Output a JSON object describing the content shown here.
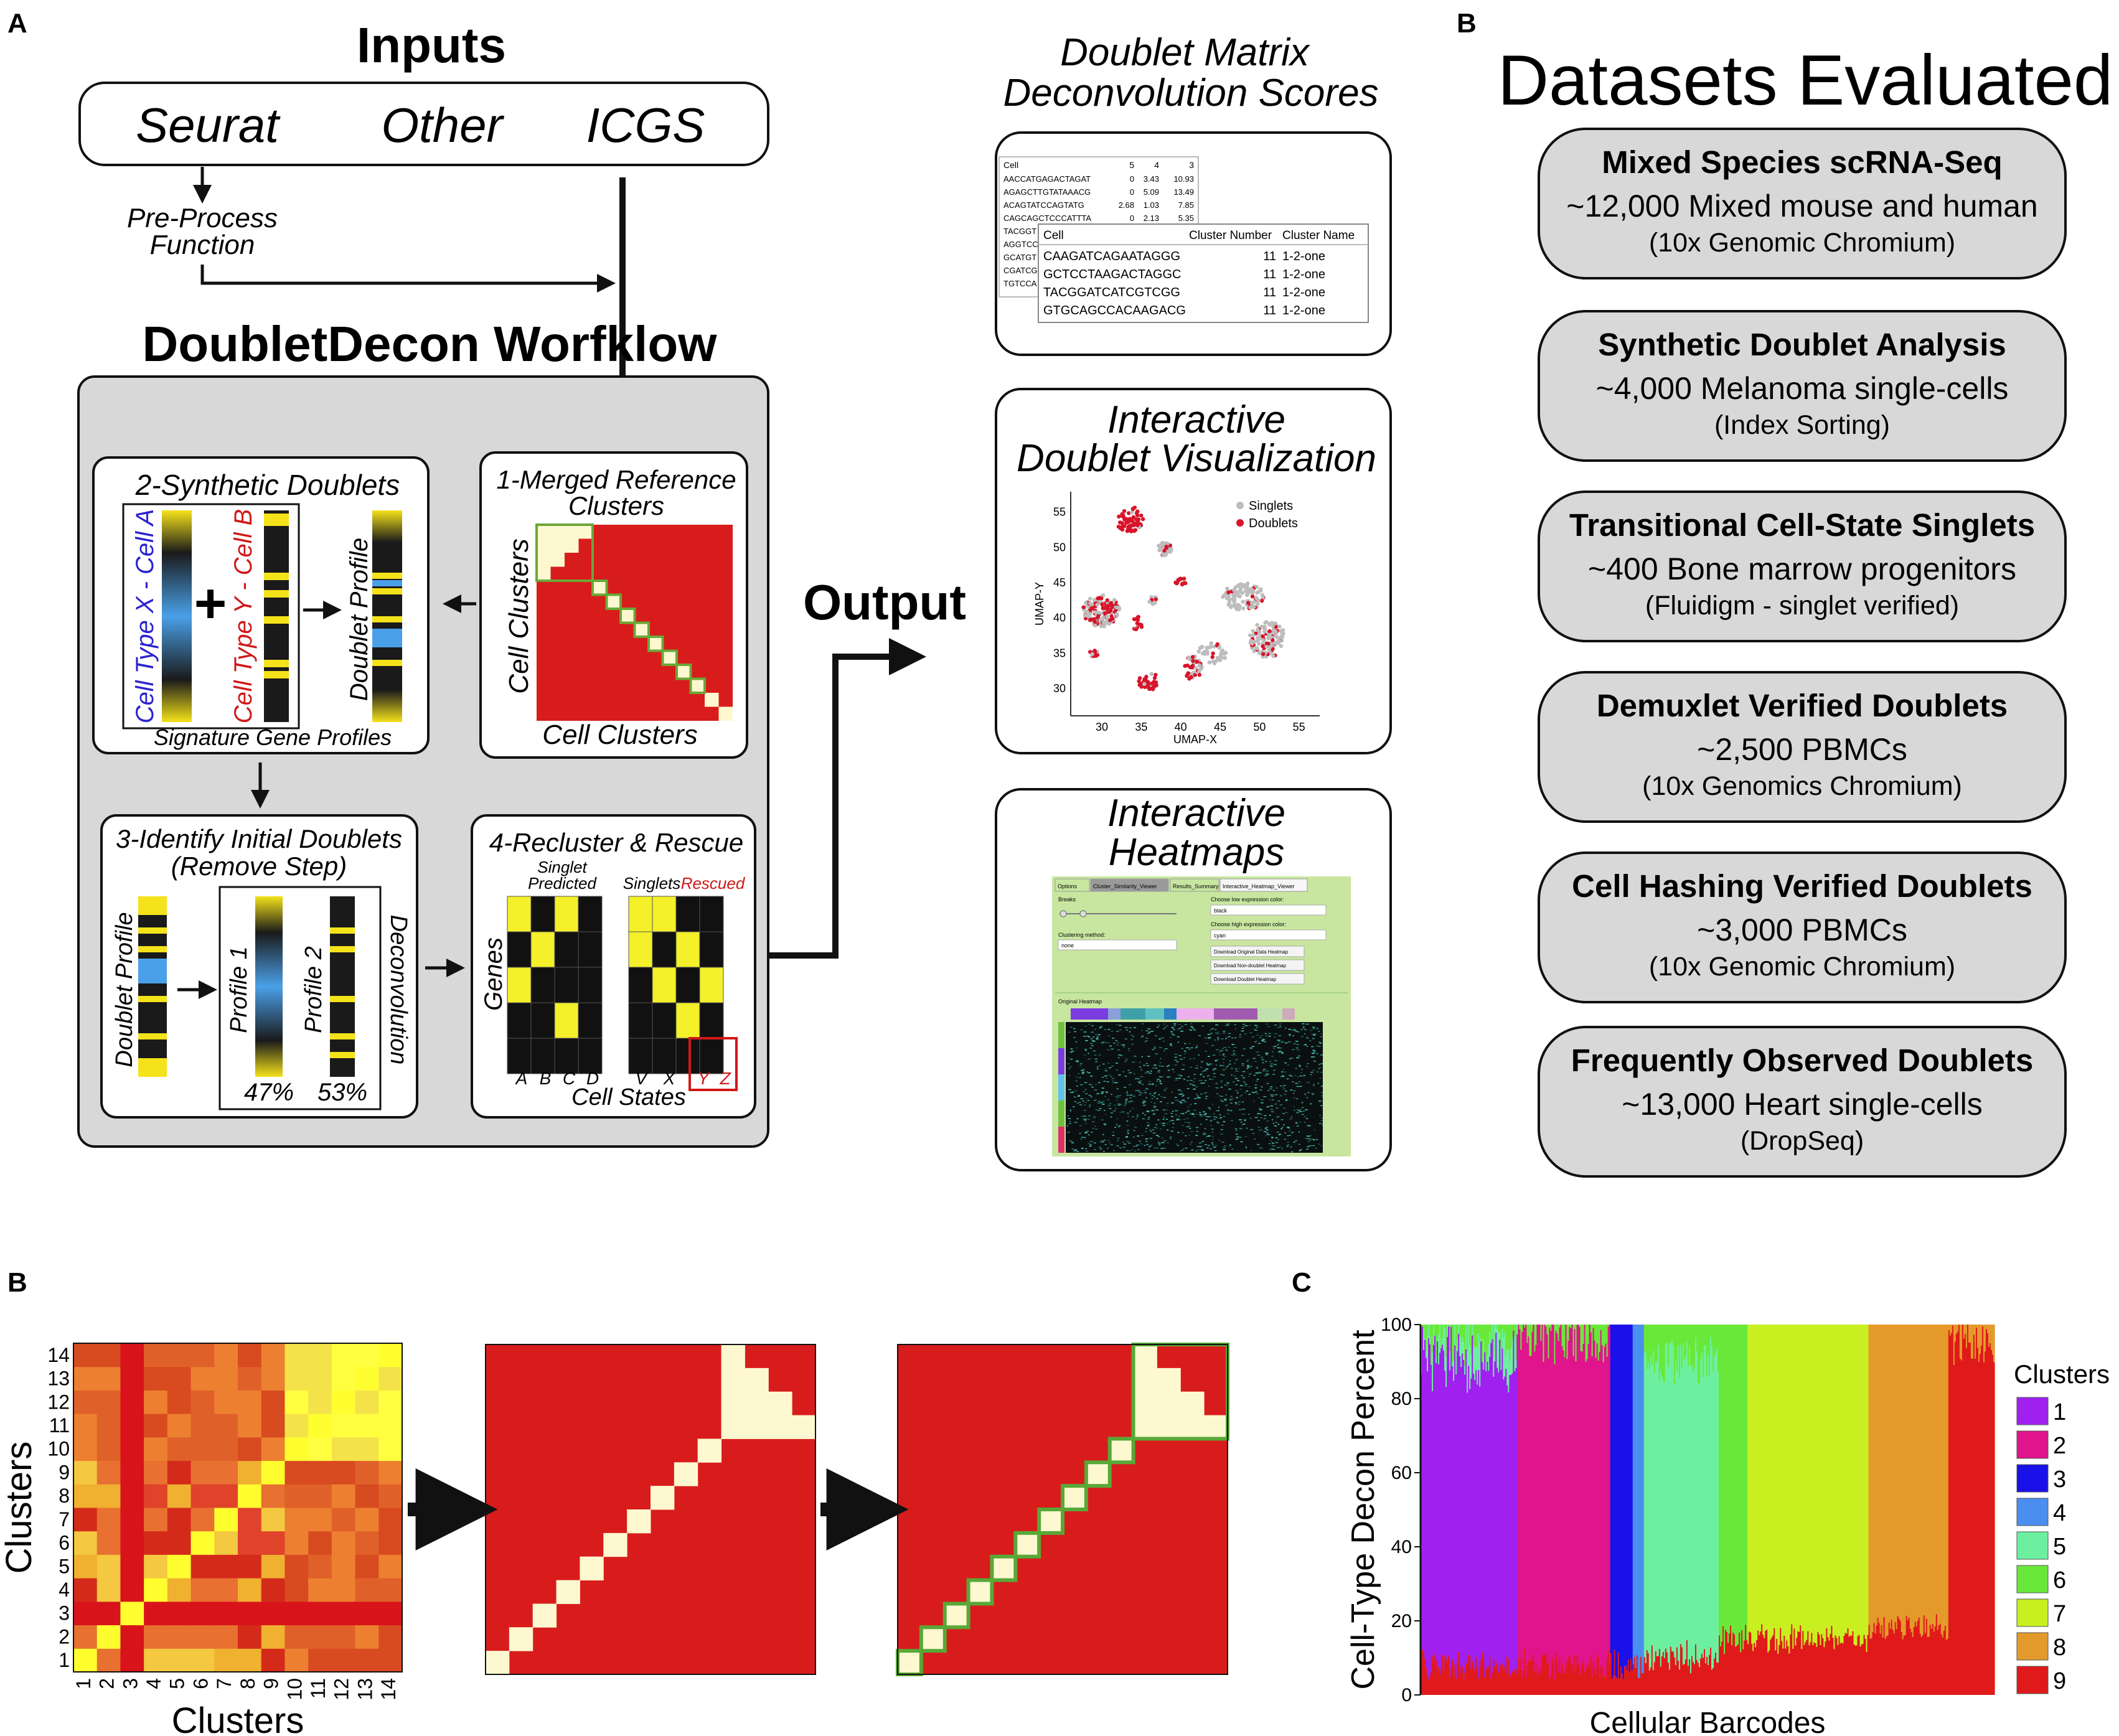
{
  "panel_letters": {
    "a": "A",
    "b_top": "B",
    "b_bottom": "B",
    "c": "C"
  },
  "inputs": {
    "title": "Inputs",
    "sources": [
      "Seurat",
      "Other",
      "ICGS"
    ],
    "preprocess_line1": "Pre-Process",
    "preprocess_line2": "Function"
  },
  "workflow": {
    "title": "DoubletDecon Worfklow",
    "step1": {
      "title_line1": "1-Merged Reference",
      "title_line2": "Clusters",
      "y_label": "Cell Clusters",
      "x_label": "Cell Clusters"
    },
    "step2": {
      "title": "2-Synthetic Doublets",
      "cell_a": "Cell Type X - Cell A",
      "cell_b": "Cell Type Y - Cell  B",
      "plus": "+",
      "doublet_profile": "Doublet Profile",
      "caption": "Signature Gene Profiles"
    },
    "step3": {
      "title_line1": "3-Identify Initial Doublets",
      "title_line2": "(Remove Step)",
      "doublet_profile": "Doublet Profile",
      "profile1": "Profile 1",
      "profile2": "Profile 2",
      "pct1": "47%",
      "pct2": "53%",
      "deconvolution": "Deconvolution"
    },
    "step4": {
      "title": "4-Recluster & Rescue",
      "singlet_predicted_1": "Singlet",
      "singlet_predicted_2": "Predicted",
      "singlets": "Singlets",
      "rescued": "Rescued",
      "genes": "Genes",
      "left_states": [
        "A",
        "B",
        "C",
        "D"
      ],
      "right_states": [
        "V",
        "X"
      ],
      "rescued_states": [
        "Y",
        "Z"
      ],
      "x_label": "Cell States"
    }
  },
  "output": {
    "label": "Output",
    "deconv": {
      "title_line1": "Doublet Matrix",
      "title_line2": "Deconvolution Scores",
      "table1": {
        "headers": [
          "Cell",
          "5",
          "4",
          "3"
        ],
        "rows": [
          [
            "AACCATGAGACTAGAT",
            "0",
            "3.43",
            "10.93"
          ],
          [
            "AGAGCTTGTATAAACG",
            "0",
            "5.09",
            "13.49"
          ],
          [
            "ACAGTATCCAGTATG",
            "2.68",
            "1.03",
            "7.85"
          ],
          [
            "CAGCAGCTCCCATTTA",
            "0",
            "2.13",
            "5.35"
          ],
          [
            "TACGGT",
            "",
            "",
            ""
          ],
          [
            "AGGTCC",
            "",
            "",
            ""
          ],
          [
            "GCATGT",
            "",
            "",
            ""
          ],
          [
            "CGATCG",
            "",
            "",
            ""
          ],
          [
            "TGTCCA",
            "",
            "",
            ""
          ]
        ]
      },
      "table2": {
        "headers": [
          "Cell",
          "Cluster Number",
          "Cluster Name"
        ],
        "rows": [
          [
            "CAAGATCAGAATAGGG",
            "11",
            "1-2-one"
          ],
          [
            "GCTCCTAAGACTAGGC",
            "11",
            "1-2-one"
          ],
          [
            "TACGGATCATCGTCGG",
            "11",
            "1-2-one"
          ],
          [
            "GTGCAGCCACAAGACG",
            "11",
            "1-2-one"
          ]
        ]
      }
    },
    "viz": {
      "title_line1": "Interactive",
      "title_line2": "Doublet Visualization",
      "legend": [
        "Singlets",
        "Doublets"
      ],
      "x_label": "UMAP-X",
      "y_label": "UMAP-Y",
      "x_ticks": [
        "30",
        "35",
        "40",
        "45",
        "50",
        "55"
      ],
      "y_ticks": [
        "55",
        "50",
        "45",
        "40",
        "35",
        "30"
      ]
    },
    "heatmaps": {
      "title_line1": "Interactive",
      "title_line2": "Heatmaps",
      "tabs": [
        "Options",
        "Cluster_Similarity_Viewer",
        "Results_Summary",
        "Interactive_Heatmap_Viewer"
      ],
      "breaks": "Breaks",
      "clustering_method": "Clustering method:",
      "clustering_value": "none",
      "low_color_label": "Choose low expression color:",
      "low_color_value": "black",
      "high_color_label": "Choose high expression color:",
      "high_color_value": "cyan",
      "downloads": [
        "Download Original Data Heatmap",
        "Download Non-doublet Heatmap",
        "Download Doublet Heatmap"
      ],
      "original_heatmap": "Original Heatmap"
    }
  },
  "datasets": {
    "title": "Datasets Evaluated",
    "items": [
      {
        "title": "Mixed Species scRNA-Seq",
        "desc": "~12,000 Mixed mouse and human",
        "note": "(10x Genomic Chromium)"
      },
      {
        "title": "Synthetic Doublet Analysis",
        "desc": "~4,000 Melanoma single-cells",
        "note": "(Index Sorting)"
      },
      {
        "title": "Transitional Cell-State Singlets",
        "desc": "~400 Bone marrow progenitors",
        "note": "(Fluidigm - singlet verified)"
      },
      {
        "title": "Demuxlet Verified Doublets",
        "desc": "~2,500 PBMCs",
        "note": "(10x Genomics Chromium)"
      },
      {
        "title": "Cell Hashing Verified Doublets",
        "desc": "~3,000 PBMCs",
        "note": "(10x Genomic Chromium)"
      },
      {
        "title": "Frequently Observed Doublets",
        "desc": "~13,000 Heart single-cells",
        "note": "(DropSeq)"
      }
    ]
  },
  "bottom_b": {
    "y_label": "Clusters",
    "x_label": "Clusters",
    "x_ticks": [
      "1",
      "2",
      "3",
      "4",
      "5",
      "6",
      "7",
      "8",
      "9",
      "10",
      "11",
      "12",
      "13",
      "14"
    ],
    "y_ticks": [
      "14",
      "13",
      "12",
      "11",
      "10",
      "9",
      "8",
      "7",
      "6",
      "5",
      "4",
      "3",
      "2",
      "1"
    ]
  },
  "chart_data": {
    "type": "area",
    "title": "",
    "xlabel": "Cellular Barcodes",
    "ylabel": "Cell-Type Decon Percent",
    "ylim": [
      0,
      100
    ],
    "y_ticks": [
      "0",
      "20",
      "40",
      "60",
      "80",
      "100"
    ],
    "legend_title": "Clusters",
    "legend_position": "right",
    "series": [
      {
        "name": "1",
        "color": "#a020f0"
      },
      {
        "name": "2",
        "color": "#e0148c"
      },
      {
        "name": "3",
        "color": "#1a10e8"
      },
      {
        "name": "4",
        "color": "#4a8ef0"
      },
      {
        "name": "5",
        "color": "#6cf0a0"
      },
      {
        "name": "6",
        "color": "#6ae83a"
      },
      {
        "name": "7",
        "color": "#c8f020"
      },
      {
        "name": "8",
        "color": "#e49a2a"
      },
      {
        "name": "9",
        "color": "#e01a1a"
      }
    ],
    "segments": [
      {
        "x_range": [
          0,
          0.17
        ],
        "percent_by_cluster": {
          "1": 82,
          "5": 6,
          "6": 4,
          "9": 8
        }
      },
      {
        "x_range": [
          0.17,
          0.33
        ],
        "percent_by_cluster": {
          "2": 88,
          "6": 4,
          "9": 8
        }
      },
      {
        "x_range": [
          0.33,
          0.37
        ],
        "percent_by_cluster": {
          "3": 92,
          "9": 8
        }
      },
      {
        "x_range": [
          0.37,
          0.39
        ],
        "percent_by_cluster": {
          "4": 92,
          "9": 8
        }
      },
      {
        "x_range": [
          0.39,
          0.52
        ],
        "percent_by_cluster": {
          "5": 80,
          "6": 10,
          "9": 10
        }
      },
      {
        "x_range": [
          0.52,
          0.57
        ],
        "percent_by_cluster": {
          "6": 85,
          "9": 15
        }
      },
      {
        "x_range": [
          0.57,
          0.78
        ],
        "percent_by_cluster": {
          "7": 85,
          "9": 15
        }
      },
      {
        "x_range": [
          0.78,
          0.92
        ],
        "percent_by_cluster": {
          "8": 82,
          "9": 18
        }
      },
      {
        "x_range": [
          0.92,
          1.0
        ],
        "percent_by_cluster": {
          "9": 95,
          "8": 5
        }
      }
    ]
  }
}
